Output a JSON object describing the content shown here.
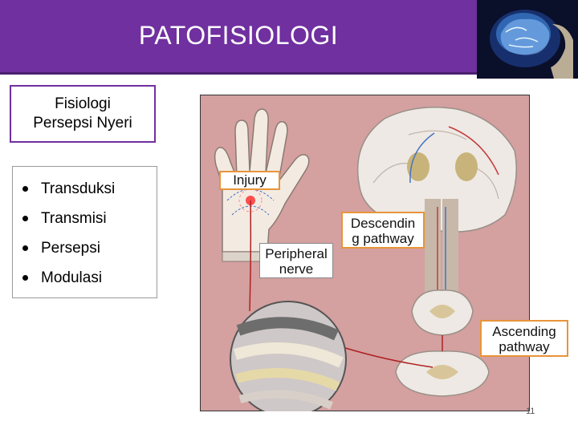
{
  "header": {
    "title": "PATOFISIOLOGI"
  },
  "topic": {
    "line1": "Fisiologi",
    "line2": "Persepsi Nyeri"
  },
  "list": [
    {
      "label": "Transduksi"
    },
    {
      "label": "Transmisi"
    },
    {
      "label": "Persepsi"
    },
    {
      "label": "Modulasi"
    }
  ],
  "figure": {
    "labels": {
      "injury": "Injury",
      "descending_1": "Descendin",
      "descending_2": "g pathway",
      "peripheral_1": "Peripheral",
      "peripheral_2": "nerve",
      "ascending_1": "Ascending",
      "ascending_2": "pathway"
    }
  },
  "footer": {
    "page_number": "11"
  },
  "colors": {
    "header": "#7030a0",
    "accent_border": "#7030a0",
    "figure_background": "#d4a0a0",
    "label_border": "#e8943a"
  }
}
